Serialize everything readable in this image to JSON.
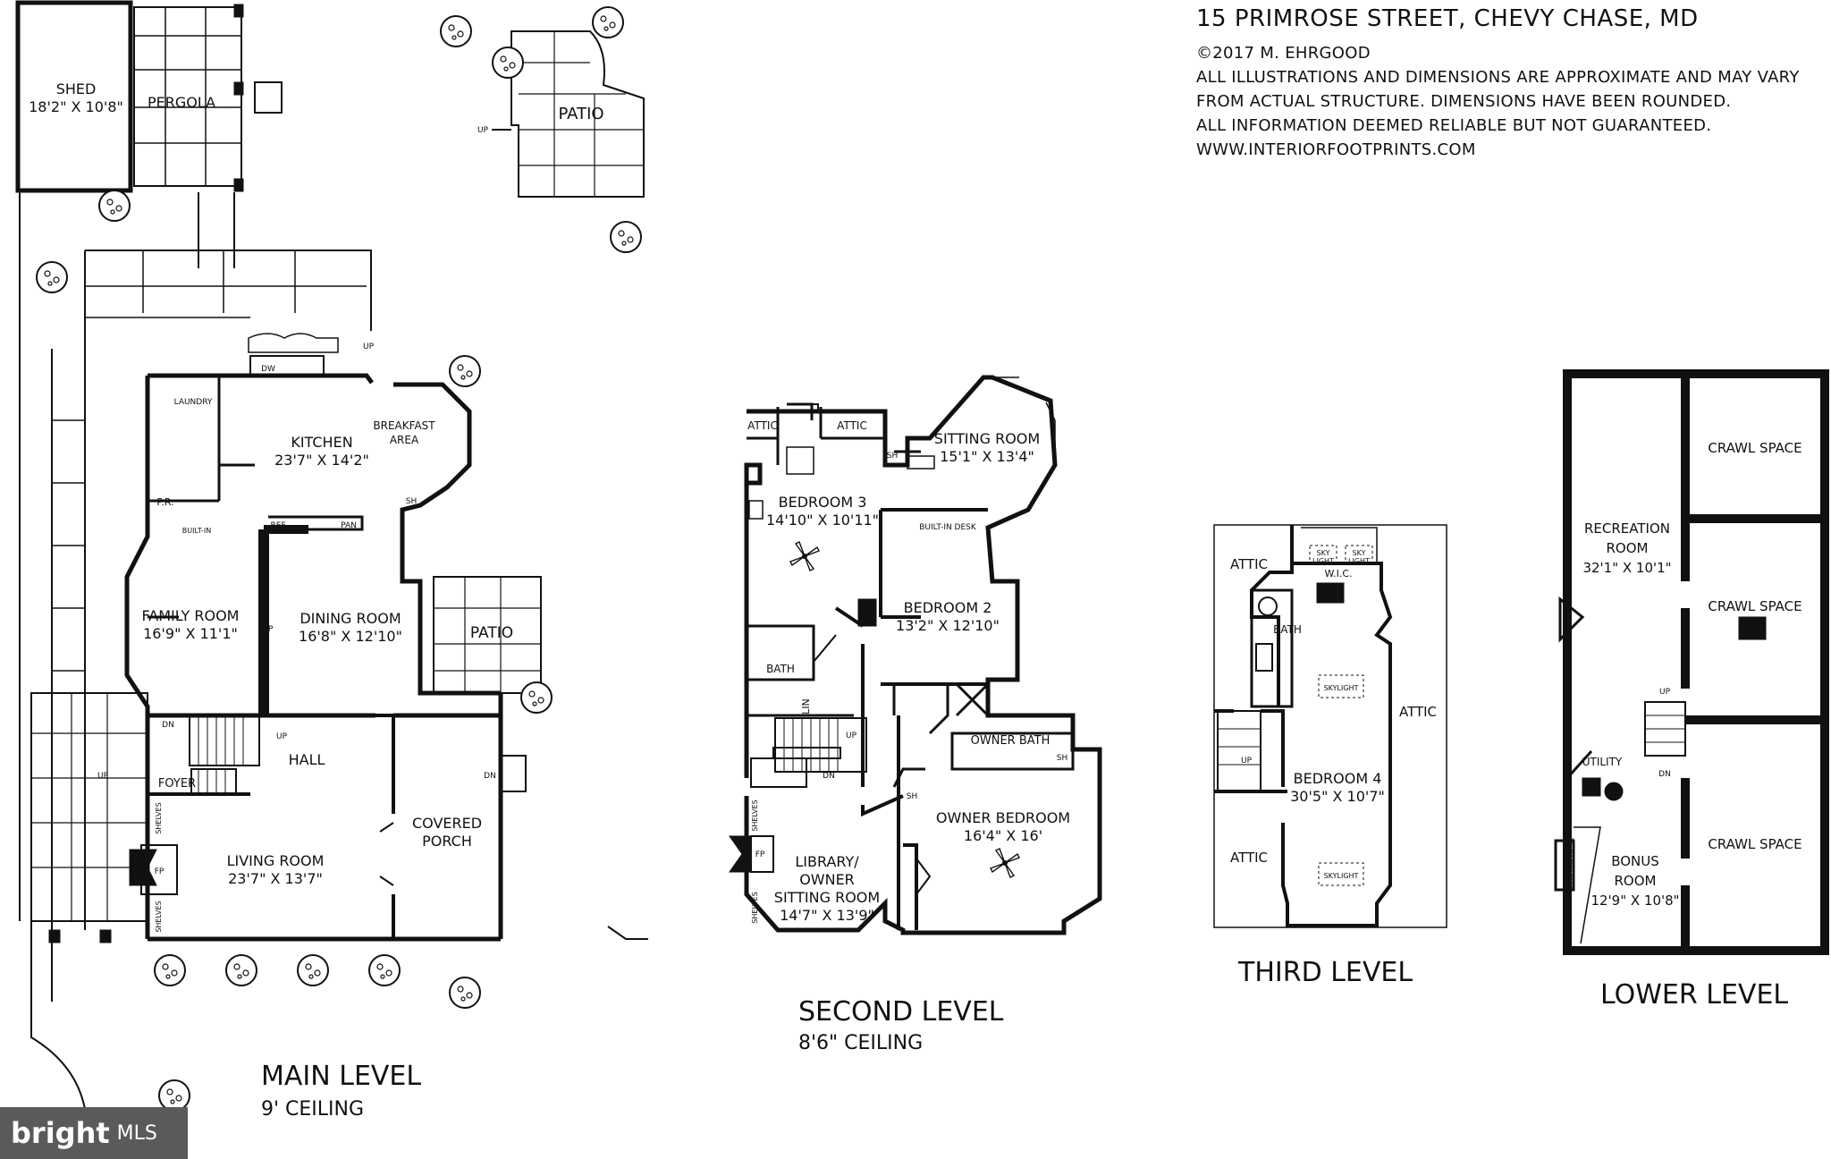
{
  "header": {
    "address": "15 PRIMROSE STREET, CHEVY CHASE, MD",
    "copyright": "©2017 M. EHRGOOD",
    "disclaimer_1": "ALL ILLUSTRATIONS AND DIMENSIONS ARE APPROXIMATE AND MAY VARY",
    "disclaimer_2": "FROM ACTUAL STRUCTURE. DIMENSIONS HAVE BEEN ROUNDED.",
    "disclaimer_3": "ALL INFORMATION DEEMED RELIABLE BUT NOT GUARANTEED.",
    "website": "WWW.INTERIORFOOTPRINTS.COM"
  },
  "watermark": {
    "brand": "bright",
    "suffix": "MLS"
  },
  "levels": {
    "main": {
      "title": "MAIN LEVEL",
      "ceiling": "9' CEILING"
    },
    "second": {
      "title": "SECOND LEVEL",
      "ceiling": "8'6\" CEILING"
    },
    "third": {
      "title": "THIRD LEVEL"
    },
    "lower": {
      "title": "LOWER LEVEL"
    }
  },
  "rooms": {
    "shed_name": "SHED",
    "shed_dim": "18'2\" X 10'8\"",
    "pergola": "PERGOLA",
    "patio_top": "PATIO",
    "patio_mid": "PATIO",
    "kitchen_name": "KITCHEN",
    "kitchen_dim": "23'7\" X 14'2\"",
    "breakfast_1": "BREAKFAST",
    "breakfast_2": "AREA",
    "laundry": "LAUNDRY",
    "pr": "P.R.",
    "builtin_main": "BUILT-IN",
    "ref": "REF",
    "pan": "PAN",
    "dw": "DW",
    "family_name": "FAMILY ROOM",
    "family_dim": "16'9\" X 11'1\"",
    "dining_name": "DINING ROOM",
    "dining_dim": "16'8\" X 12'10\"",
    "hall": "HALL",
    "foyer": "FOYER",
    "living_name": "LIVING ROOM",
    "living_dim": "23'7\" X 13'7\"",
    "porch_1": "COVERED",
    "porch_2": "PORCH",
    "shelves": "SHELVES",
    "fp": "FP",
    "sh": "SH",
    "up": "UP",
    "dn": "DN",
    "attic": "ATTIC",
    "bed3_name": "BEDROOM 3",
    "bed3_dim": "14'10\" X 10'11\"",
    "sitting_name": "SITTING ROOM",
    "sitting_dim": "15'1\" X 13'4\"",
    "builtin_desk": "BUILT-IN DESK",
    "bed2_name": "BEDROOM 2",
    "bed2_dim": "13'2\" X 12'10\"",
    "bath": "BATH",
    "lin": "LIN",
    "owner_bath": "OWNER BATH",
    "owner_bed_name": "OWNER BEDROOM",
    "owner_bed_dim": "16'4\" X 16'",
    "library_1": "LIBRARY/",
    "library_2": "OWNER",
    "library_3": "SITTING ROOM",
    "library_dim": "14'7\" X 13'9\"",
    "sky": "SKY",
    "light": "LIGHT",
    "wic": "W.I.C.",
    "skylight": "SKYLIGHT",
    "bed4_name": "BEDROOM 4",
    "bed4_dim": "30'5\" X 10'7\"",
    "crawl": "CRAWL SPACE",
    "rec_1": "RECREATION",
    "rec_2": "ROOM",
    "rec_dim": "32'1\" X 10'1\"",
    "utility": "UTILITY",
    "bonus_1": "BONUS",
    "bonus_2": "ROOM",
    "bonus_dim": "12'9\" X 10'8\"",
    "builtin_desk_v": "BUILT-IN DESK"
  }
}
